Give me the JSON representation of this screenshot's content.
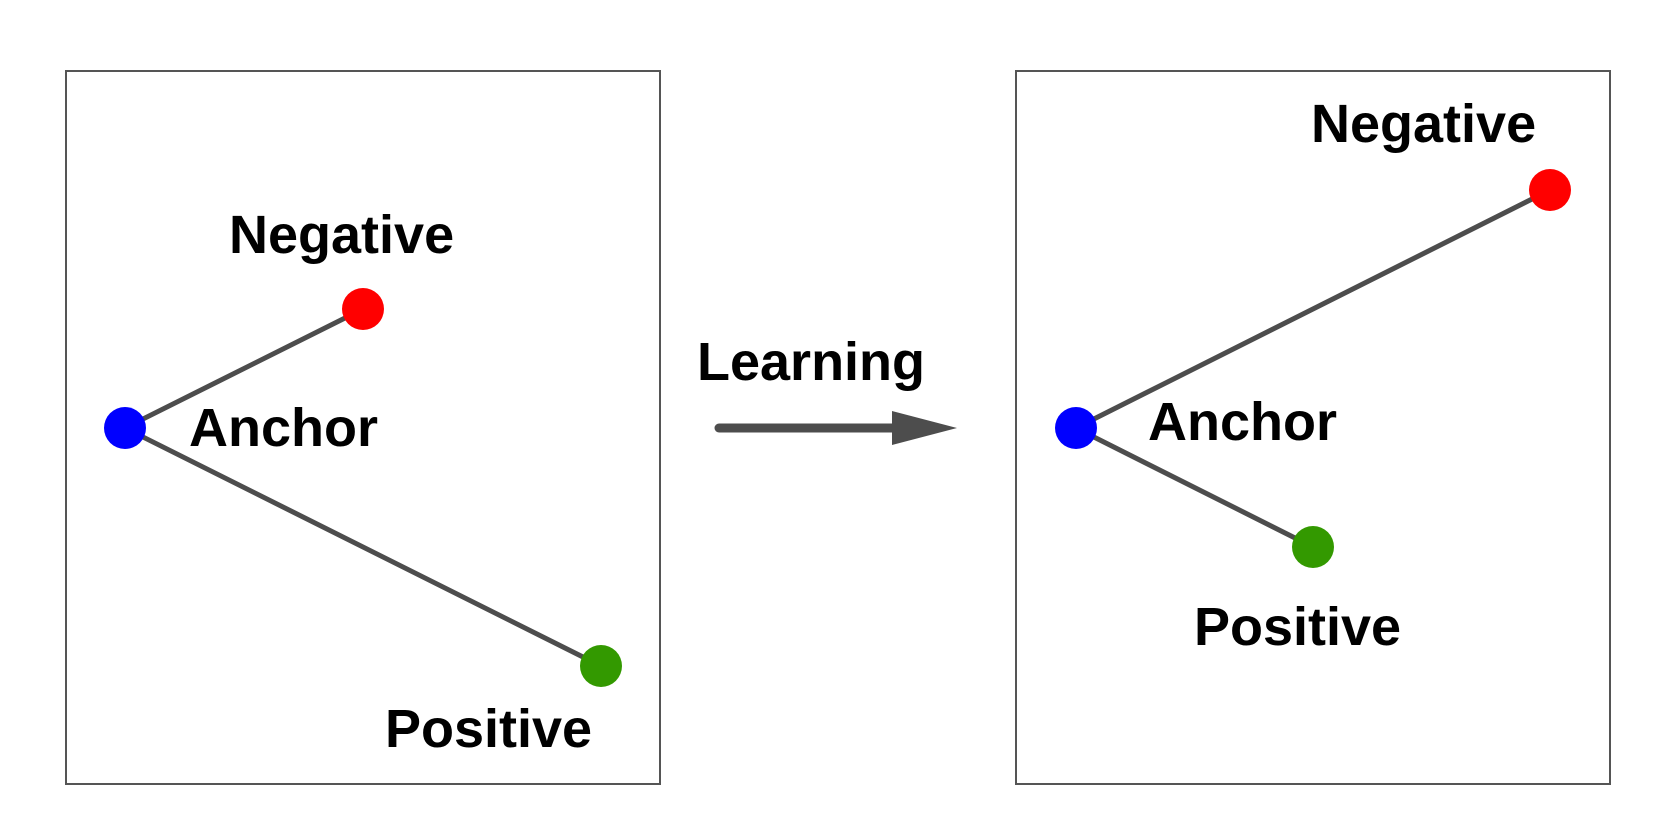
{
  "colors": {
    "anchor": "#0000ff",
    "negative": "#ff0000",
    "positive": "#339900",
    "line": "#4d4d4d",
    "arrow": "#4d4d4d",
    "frame": "#555555"
  },
  "before_panel": {
    "negative_label": "Negative",
    "anchor_label": "Anchor",
    "positive_label": "Positive"
  },
  "transition": {
    "label": "Learning",
    "icon": "right-arrow-icon"
  },
  "after_panel": {
    "negative_label": "Negative",
    "anchor_label": "Anchor",
    "positive_label": "Positive"
  }
}
